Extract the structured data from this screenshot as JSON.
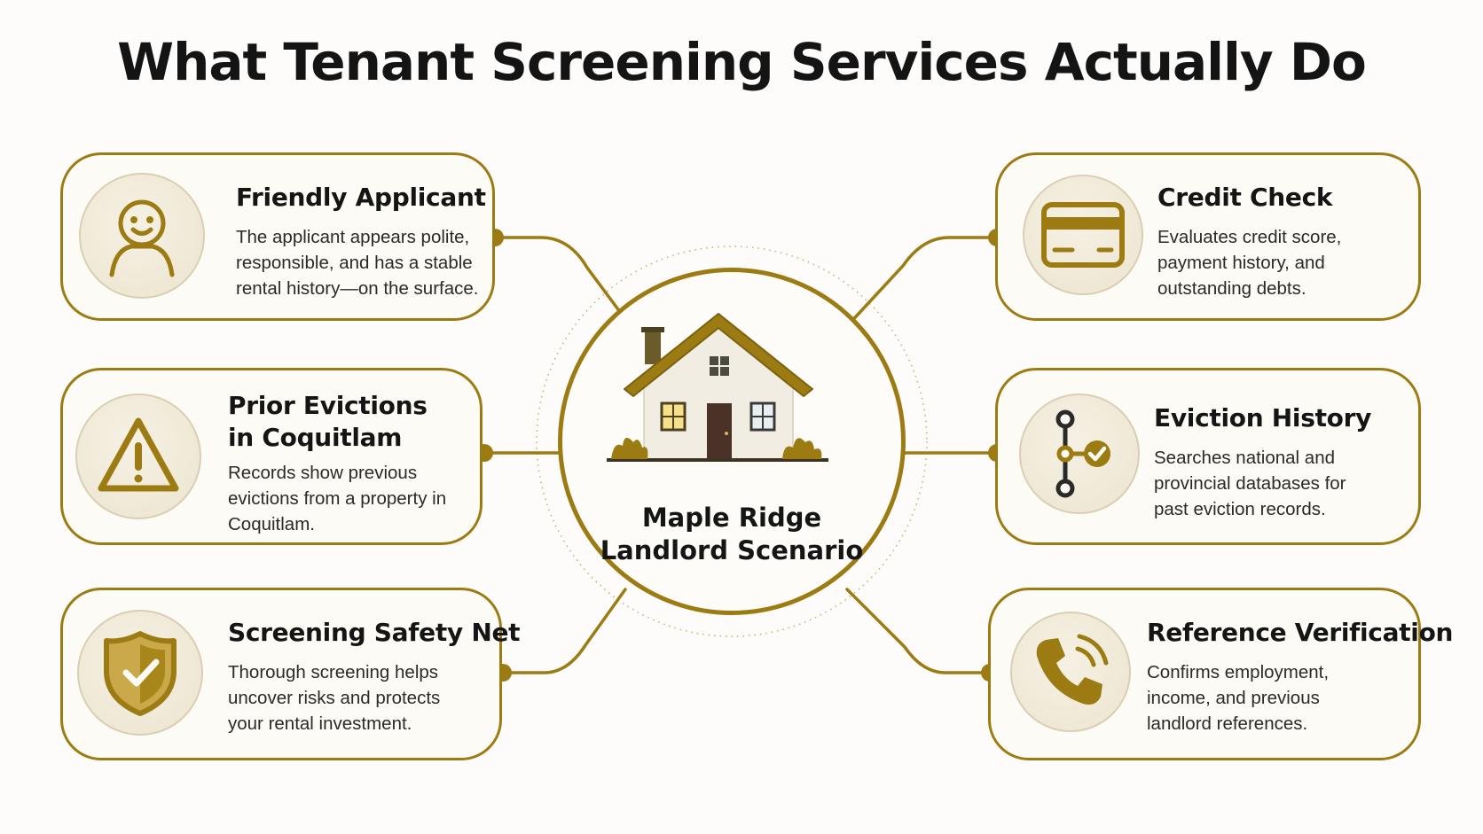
{
  "title": "What Tenant Screening Services Actually Do",
  "center": {
    "label_line1": "Maple Ridge",
    "label_line2": "Landlord Scenario",
    "icon": "house-icon"
  },
  "colors": {
    "accent": "#9c7c12",
    "text": "#151515",
    "background": "#fdfcfa"
  },
  "cards": {
    "friendly": {
      "title": "Friendly Applicant",
      "text": "The applicant appears polite, responsible, and has a stable rental history—on the surface.",
      "icon": "person-icon"
    },
    "evictions": {
      "title_line1": "Prior Evictions",
      "title_line2": "in Coquitlam",
      "text": "Records show previous evictions from a property in Coquitlam.",
      "icon": "warning-icon"
    },
    "safety": {
      "title": "Screening Safety Net",
      "text": "Thorough screening helps uncover risks and protects your rental investment.",
      "icon": "shield-check-icon"
    },
    "credit": {
      "title": "Credit Check",
      "text": "Evaluates credit score, payment history, and outstanding debts.",
      "icon": "credit-card-icon"
    },
    "eviction_history": {
      "title": "Eviction History",
      "text": "Searches national and provincial databases for past eviction records.",
      "icon": "timeline-check-icon"
    },
    "reference": {
      "title": "Reference Verification",
      "text": "Confirms employment, income, and previous landlord references.",
      "icon": "phone-icon"
    }
  }
}
